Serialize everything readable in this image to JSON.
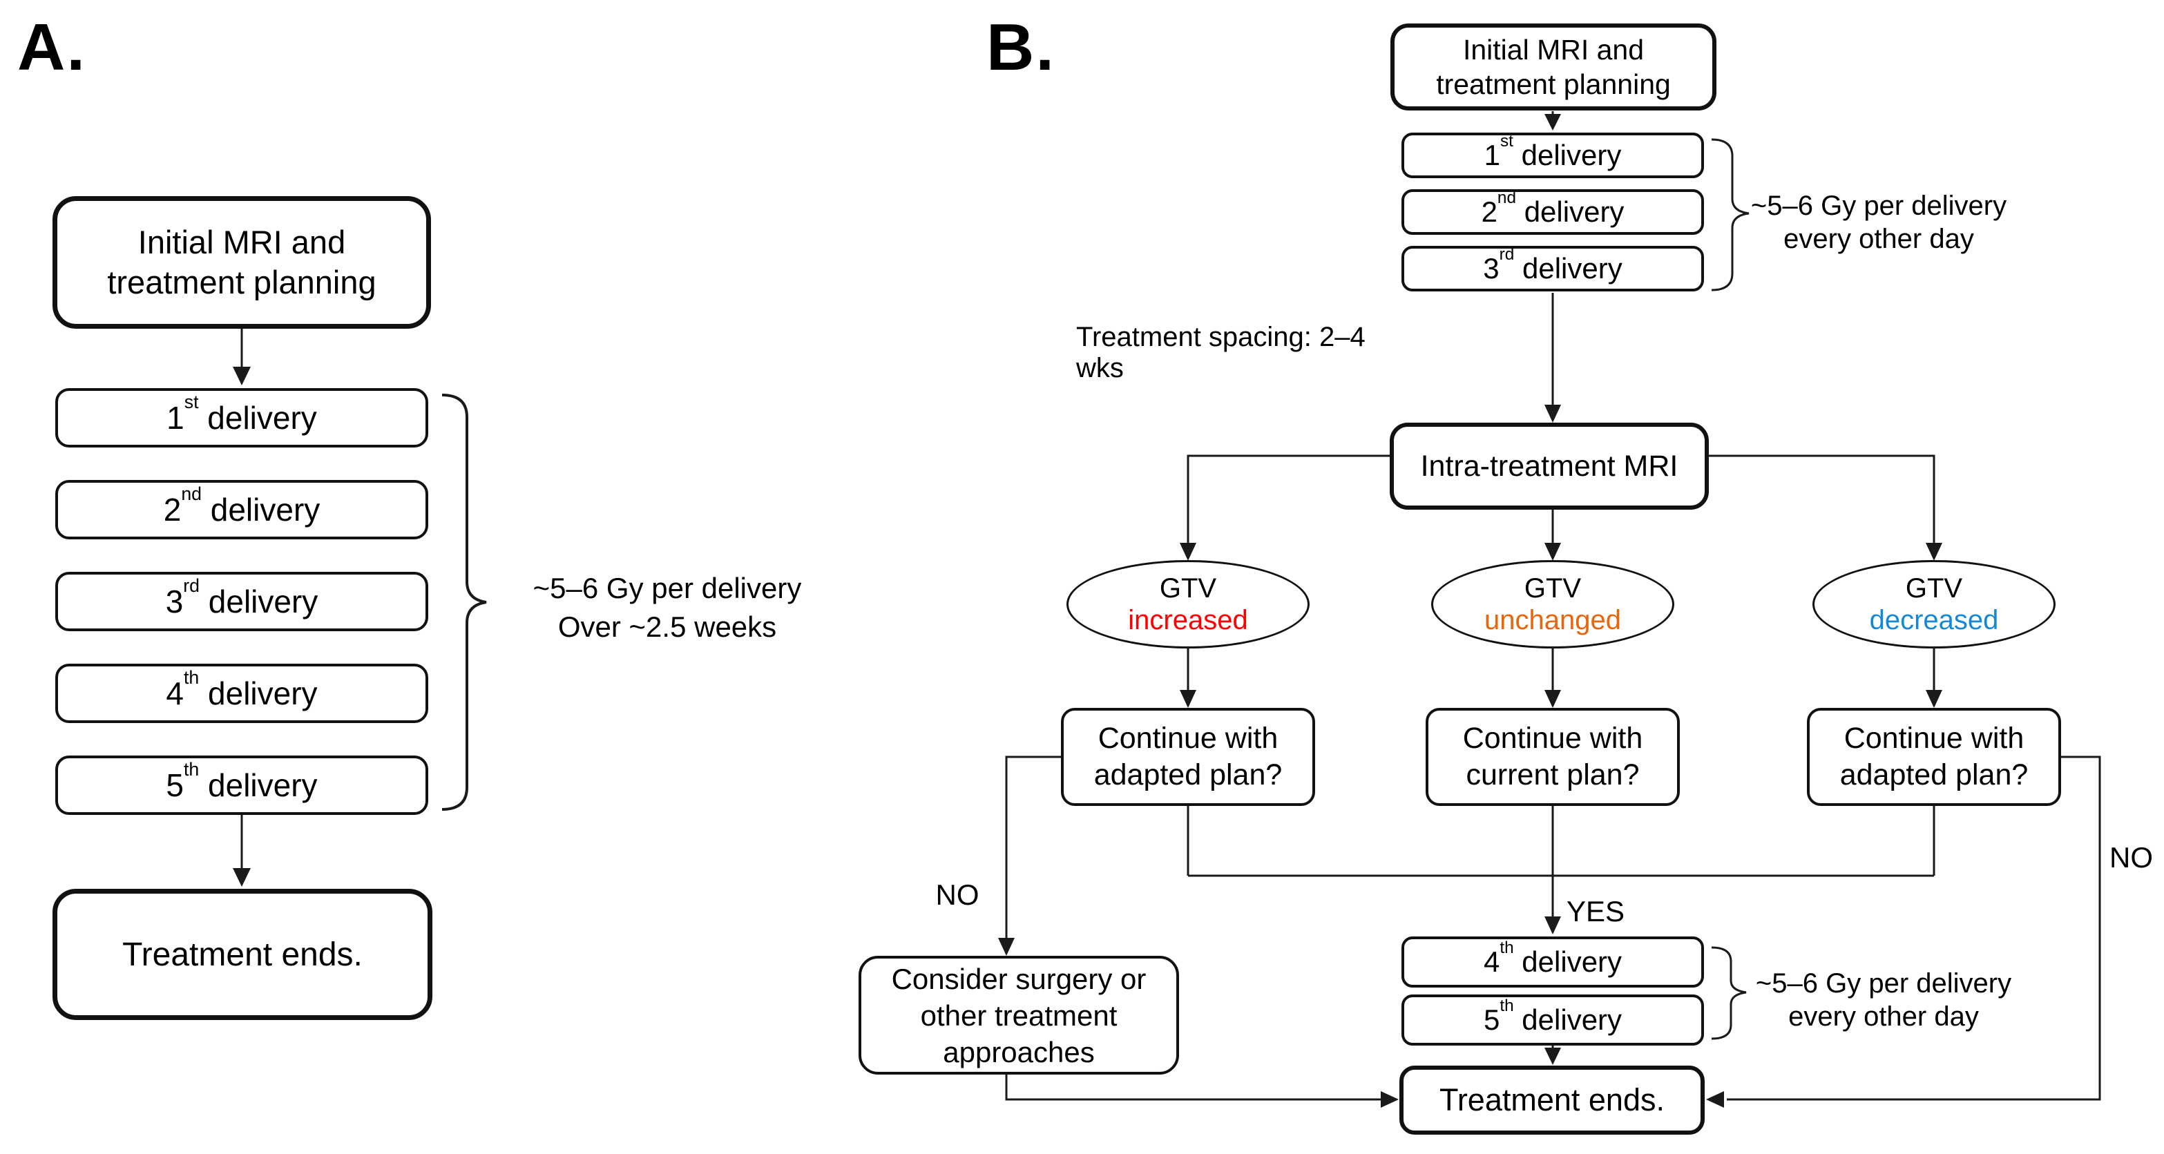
{
  "figure": {
    "panel_a": {
      "label": "A.",
      "initial_box": {
        "line1": "Initial MRI and",
        "line2": "treatment planning"
      },
      "deliveries": [
        {
          "num": "1",
          "ord": "st",
          "rest": " delivery"
        },
        {
          "num": "2",
          "ord": "nd",
          "rest": " delivery"
        },
        {
          "num": "3",
          "ord": "rd",
          "rest": " delivery"
        },
        {
          "num": "4",
          "ord": "th",
          "rest": " delivery"
        },
        {
          "num": "5",
          "ord": "th",
          "rest": " delivery"
        }
      ],
      "dose_note": {
        "line1": "~5–6 Gy per delivery",
        "line2": "Over ~2.5 weeks"
      },
      "end_box": "Treatment ends."
    },
    "panel_b": {
      "label": "B.",
      "initial_box": {
        "line1": "Initial MRI and",
        "line2": "treatment planning"
      },
      "deliveries_top": [
        {
          "num": "1",
          "ord": "st",
          "rest": " delivery"
        },
        {
          "num": "2",
          "ord": "nd",
          "rest": " delivery"
        },
        {
          "num": "3",
          "ord": "rd",
          "rest": " delivery"
        }
      ],
      "dose_note_top": {
        "line1": "~5–6 Gy per delivery",
        "line2": "every other day"
      },
      "spacing_note": "Treatment spacing: 2–4 wks",
      "intra_mri_box": "Intra-treatment MRI",
      "gtv_outcomes": [
        {
          "title": "GTV",
          "status": "increased",
          "color": "#FF0000"
        },
        {
          "title": "GTV",
          "status": "unchanged",
          "color": "#E8650D"
        },
        {
          "title": "GTV",
          "status": "decreased",
          "color": "#1588D6"
        }
      ],
      "decisions": [
        {
          "line1": "Continue with",
          "line2": "adapted plan?"
        },
        {
          "line1": "Continue with",
          "line2": "current plan?"
        },
        {
          "line1": "Continue with",
          "line2": "adapted plan?"
        }
      ],
      "labels": {
        "no_left": "NO",
        "yes": "YES",
        "no_right": "NO"
      },
      "surgery_box": {
        "line1": "Consider surgery or",
        "line2": "other treatment",
        "line3": "approaches"
      },
      "deliveries_bottom": [
        {
          "num": "4",
          "ord": "th",
          "rest": " delivery"
        },
        {
          "num": "5",
          "ord": "th",
          "rest": " delivery"
        }
      ],
      "dose_note_bottom": {
        "line1": "~5–6 Gy per delivery",
        "line2": "every other day"
      },
      "end_box": "Treatment ends."
    },
    "line_color": "#1a1a1a"
  }
}
